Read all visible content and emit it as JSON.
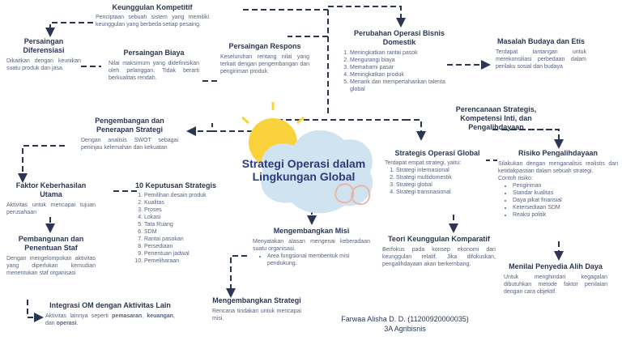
{
  "center": {
    "title": "Strategi Operasi dalam Lingkungan Global"
  },
  "author": {
    "name": "Farwaa Alisha D. D. (11200920000035)",
    "class": "3A Agribisnis"
  },
  "nodes": {
    "keunggulan_kompetitif": {
      "title": "Keunggulan Kompetitif",
      "text": "Penciptaan sebuah sistem yang memiliki keunggulan yang berbeda setiap pesaing."
    },
    "persaingan_diferensiasi": {
      "title": "Persaingan Diferensiasi",
      "text": "Dikaitkan dengan keunikan suatu produk dan jasa."
    },
    "persaingan_biaya": {
      "title": "Persaingan Biaya",
      "text": "Nilai maksimum yang didefinisikan oleh pelanggan. Tidak berarti berkualitas rendah."
    },
    "persaingan_respons": {
      "title": "Persaingan Respons",
      "text": "Keseluruhan rentang nilai yang terkait dengan pengembangan dan pengiriman produk."
    },
    "perubahan_operasi": {
      "title": "Perubahan Operasi Bisnis Domestik",
      "items": [
        "Meningkatkan rantai pasok",
        "Mengurangi biaya",
        "Memahami pasar",
        "Meningkatkan produk",
        "Menarik dan mempertahankan talenta global"
      ]
    },
    "masalah_budaya": {
      "title": "Masalah Budaya dan Etis",
      "text": "Terdapat tantangan untuk merekonsiliasi perbedaan dalam perilaku sosial dan budaya"
    },
    "perencanaan": {
      "title": "Perencanaan Strategis, Kompetensi Inti, dan Pengalihdayaan"
    },
    "pengembangan_penerapan": {
      "title": "Pengembangan dan Penerapan Strategi",
      "text": "Dengan analisis SWOT sebagai peninjau kelemahan dan kekuatan"
    },
    "faktor_keberhasilan": {
      "title": "Faktor Keberhasilan Utama",
      "text": "Aktivitas untuk mencapai tujuan perusahaan"
    },
    "sepuluh_keputusan": {
      "title": "10 Keputusan Strategis",
      "items": [
        "Pemilihan desain produk",
        "Kualitas",
        "Proses",
        "Lokasi",
        "Tata Ruang",
        "SDM",
        "Rantai pasokan",
        "Persediaan",
        "Penentuan jadwal",
        "Pemeliharaan"
      ]
    },
    "pembangunan_staf": {
      "title": "Pembangunan dan Penentuan Staf",
      "text": "Dengan mengelompokan aktivitas yang diperlukan kemudian menentukan staf organisasi"
    },
    "integrasi_om": {
      "title": "Integrasi OM dengan Aktivitas Lain",
      "text_before": "Aktivitas lainnya seperti ",
      "bold1": "pemasaran",
      "sep1": ", ",
      "bold2": "keuangan",
      "sep2": ", dan ",
      "bold3": "operasi",
      "text_after": "."
    },
    "strategis_operasi_global": {
      "title": "Strategis Operasi Global",
      "intro": "Terdapat empat strategi, yaitu:",
      "items": [
        "Strategi internasional",
        "Strategi multidomestik",
        "Strategi global",
        "Strategi transnasional"
      ]
    },
    "risiko_pengalihdayaan": {
      "title": "Risiko Pengalihdayaan",
      "text": "Silakukan dengan menganalisis realistis dari ketidakpastian dalam sebuah strategi.",
      "contoh": "Contoh risiko:",
      "items": [
        "Pengiriman",
        "Standar kualitas",
        "Daya pikat finansial",
        "Ketersediaan SDM",
        "Reaksi politik"
      ]
    },
    "mengembangkan_misi": {
      "title": "Mengembangkan Misi",
      "text": "Menyatakan alasan mengenai keberadaan suatu organisasi.",
      "items": [
        "Area fungsional membentuk misi pendukung."
      ]
    },
    "teori_keunggulan": {
      "title": "Teori Keunggulan Komparatif",
      "text": "Berfokus pada konsep ekonomi dari keunggulan relatif. Jika difokuskan, pengalihdayaan akan berkembang."
    },
    "menilai_penyedia": {
      "title": "Menilai Penyedia Alih Daya",
      "text": "Untuk menghindari kegagalan dibutuhkan metode faktor penilaian dengan cara objektif."
    },
    "mengembangkan_strategi": {
      "title": "Mengembangkan Strategi",
      "text": "Rencana tindakan untuk mencapai misi."
    }
  },
  "colors": {
    "line": "#2b3653",
    "sun": "#f9d23c",
    "cloud": "#cfe3f1",
    "blob": "#e9b7a6"
  }
}
